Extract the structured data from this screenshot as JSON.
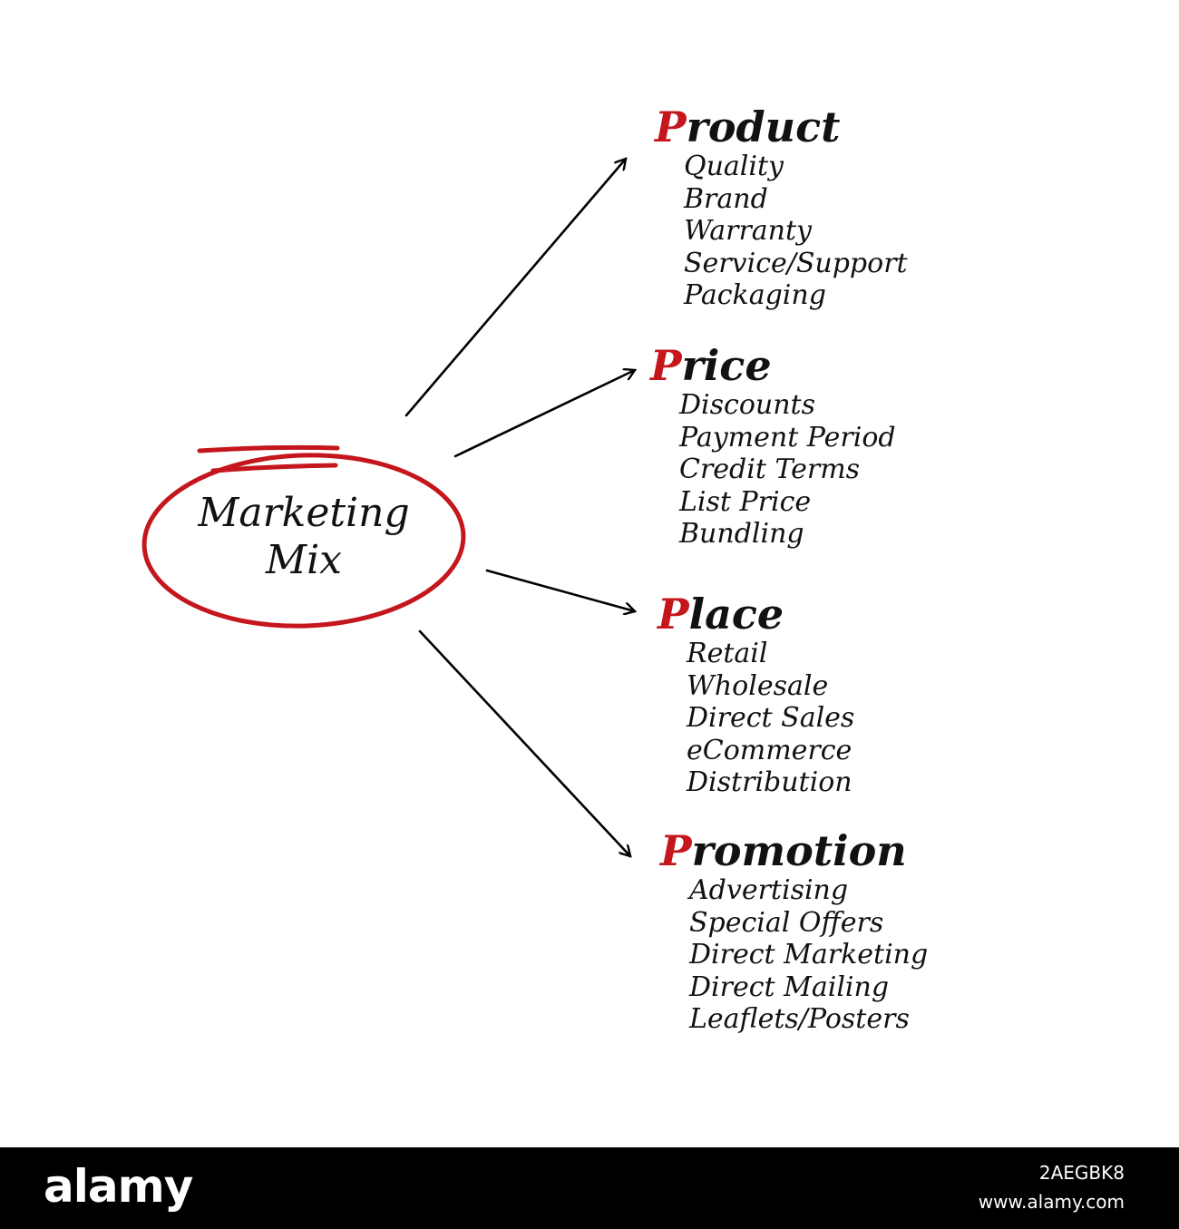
{
  "center": {
    "label_line1": "Marketing",
    "label_line2": "Mix",
    "circle_color": "#c4161c"
  },
  "groups": [
    {
      "initial": "P",
      "rest": "roduct",
      "items": [
        "Quality",
        "Brand",
        "Warranty",
        "Service/Support",
        "Packaging"
      ]
    },
    {
      "initial": "P",
      "rest": "rice",
      "items": [
        "Discounts",
        "Payment Period",
        "Credit Terms",
        "List Price",
        "Bundling"
      ]
    },
    {
      "initial": "P",
      "rest": "lace",
      "items": [
        "Retail",
        "Wholesale",
        "Direct Sales",
        "eCommerce",
        "Distribution"
      ]
    },
    {
      "initial": "P",
      "rest": "romotion",
      "items": [
        "Advertising",
        "Special Offers",
        "Direct Marketing",
        "Direct Mailing",
        "Leaflets/Posters"
      ]
    }
  ],
  "colors": {
    "accent": "#c4161c",
    "text": "#111111",
    "arrow": "#000000"
  },
  "footer": {
    "logo": "alamy",
    "image_id": "2AEGBK8",
    "site": "www.alamy.com"
  }
}
